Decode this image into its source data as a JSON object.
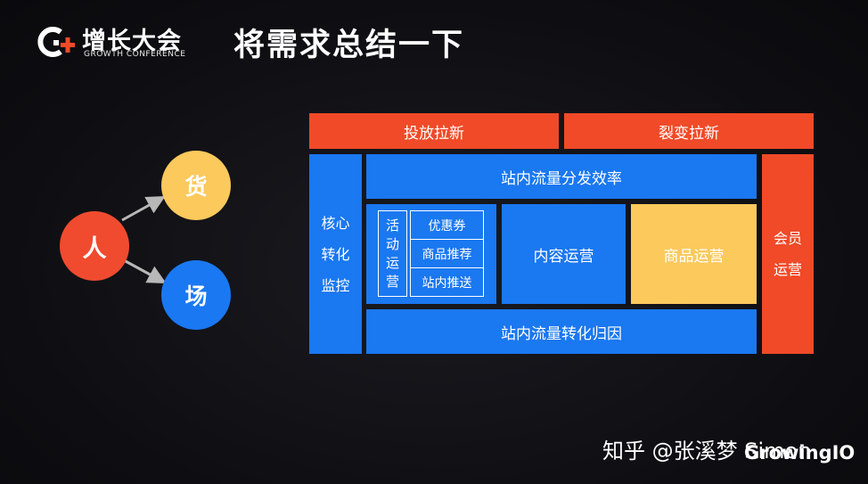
{
  "header": {
    "logo_cn": "增长大会",
    "logo_en": "GROWTH CONFERENCE",
    "title": "将需求总结一下"
  },
  "diagram": {
    "person": "人",
    "goods": "货",
    "place": "场"
  },
  "framework": {
    "top_left": "投放拉新",
    "top_right": "裂变拉新",
    "left_col": [
      "核心",
      "转化",
      "监控"
    ],
    "right_col": [
      "会员",
      "运营"
    ],
    "row1": "站内流量分发效率",
    "activity_label": [
      "活",
      "动",
      "运",
      "营"
    ],
    "activity_items": [
      "优惠券",
      "商品推荐",
      "站内推送"
    ],
    "content_ops": "内容运营",
    "product_ops": "商品运营",
    "bottom": "站内流量转化归因"
  },
  "watermark": {
    "text": "知乎 @张溪梦 Simon",
    "brand": "GrowingIO"
  },
  "colors": {
    "red": "#f04a28",
    "blue": "#1a78f0",
    "yellow": "#fbc95c",
    "background": "#0e0e12"
  }
}
